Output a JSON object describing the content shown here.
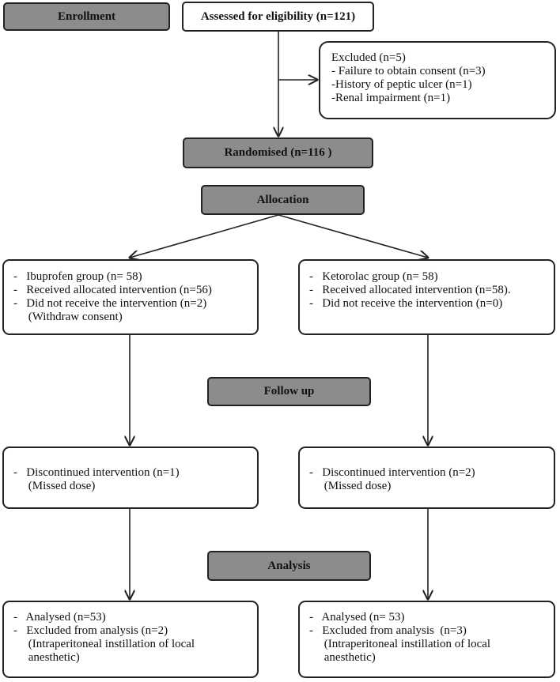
{
  "stages": {
    "enrollment": "Enrollment",
    "randomised": "Randomised (n=116 )",
    "allocation": "Allocation",
    "follow_up": "Follow up",
    "analysis": "Analysis"
  },
  "eligibility": "Assessed for eligibility (n=121)",
  "excluded": {
    "lines": [
      "Excluded (n=5)",
      "- Failure to obtain consent (n=3)",
      "-History of peptic ulcer (n=1)",
      "-Renal impairment (n=1)"
    ]
  },
  "allocation_left": {
    "lines": [
      "-   Ibuprofen group (n= 58)",
      "-   Received allocated intervention (n=56)",
      "-   Did not receive the intervention (n=2)",
      "     (Withdraw consent)"
    ]
  },
  "allocation_right": {
    "lines": [
      "-   Ketorolac group (n= 58)",
      "-   Received allocated intervention (n=58).",
      "-   Did not receive the intervention (n=0)"
    ]
  },
  "followup_left": {
    "lines": [
      "-   Discontinued intervention (n=1)",
      "     (Missed dose)"
    ]
  },
  "followup_right": {
    "lines": [
      "-   Discontinued intervention (n=2)",
      "     (Missed dose)"
    ]
  },
  "analysis_left": {
    "lines": [
      "-   Analysed (n=53)",
      "-   Excluded from analysis (n=2)",
      "     (Intraperitoneal instillation of local",
      "     anesthetic)"
    ]
  },
  "analysis_right": {
    "lines": [
      "-   Analysed (n= 53)",
      "-   Excluded from analysis  (n=3)",
      "     (Intraperitoneal instillation of local",
      "     anesthetic)"
    ]
  }
}
